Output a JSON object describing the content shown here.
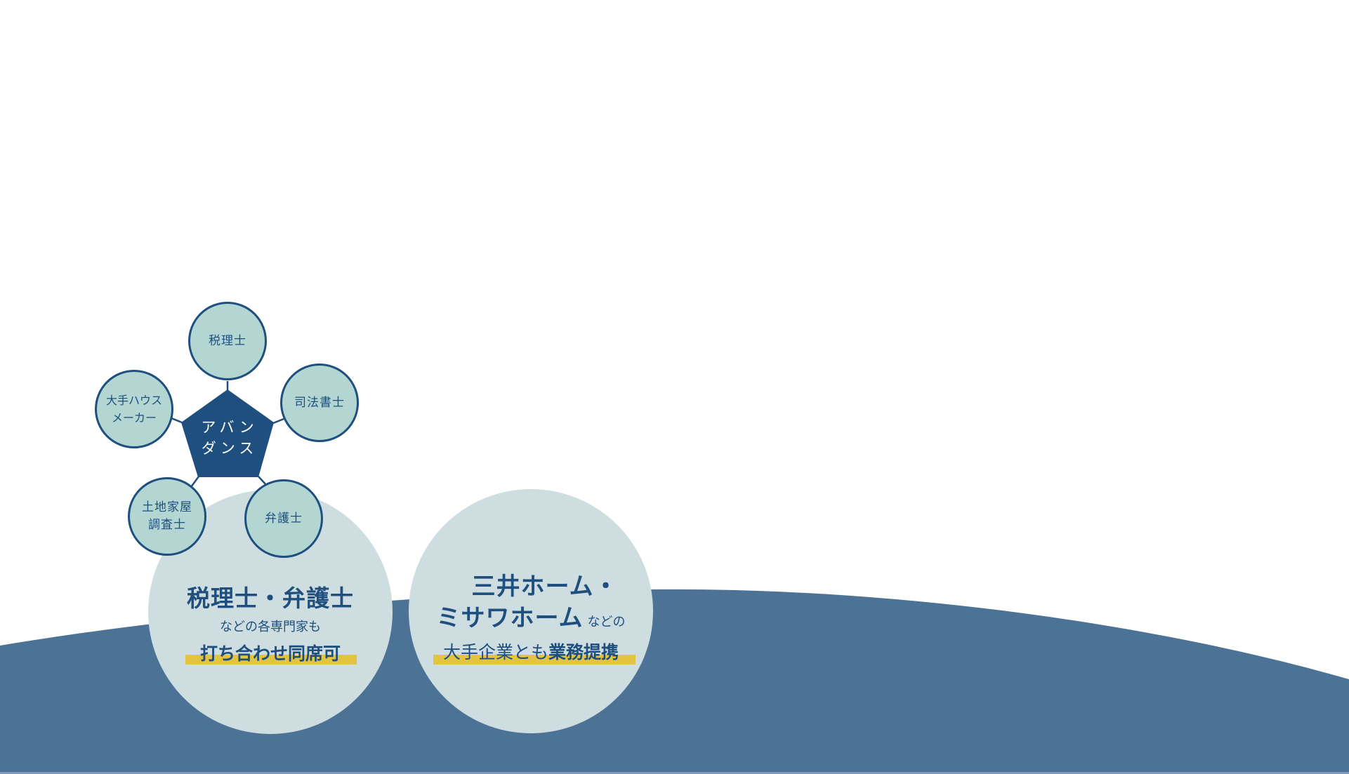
{
  "colors": {
    "background": "#ffffff",
    "wave": "#4c7296",
    "big_circle_fill": "#cddde0",
    "small_circle_fill": "#b3d6d2",
    "primary_navy": "#1f4f7f",
    "highlight_yellow": "#e3c440",
    "pentagon_text": "#ffffff"
  },
  "diagram": {
    "center": {
      "line1": "アバン",
      "line2": "ダンス"
    },
    "nodes": [
      {
        "id": "tax-accountant",
        "line1": "税理士",
        "line2": ""
      },
      {
        "id": "judicial-scrivener",
        "line1": "司法書士",
        "line2": ""
      },
      {
        "id": "lawyer",
        "line1": "弁護士",
        "line2": ""
      },
      {
        "id": "land-surveyor",
        "line1": "土地家屋",
        "line2": "調査士"
      },
      {
        "id": "house-maker",
        "line1": "大手ハウス",
        "line2": "メーカー"
      }
    ]
  },
  "feature_left": {
    "title": "税理士・弁護士",
    "subtitle": "などの各専門家も",
    "highlight": "打ち合わせ同席可"
  },
  "feature_right": {
    "title_line1": "三井ホーム・",
    "title_line2": "ミサワホーム",
    "title_suffix": "などの",
    "highlight_normal": "大手企業とも",
    "highlight_bold": "業務提携"
  }
}
